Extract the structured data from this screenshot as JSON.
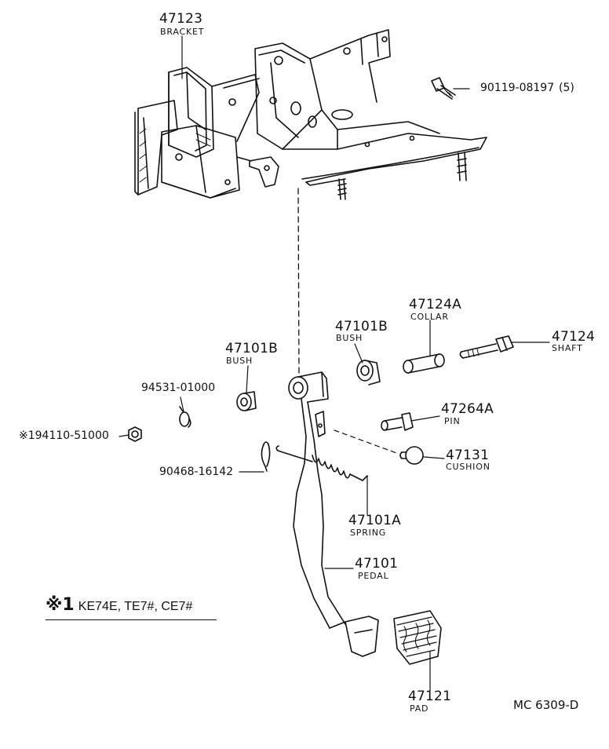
{
  "parts": {
    "bracket": {
      "number": "47123",
      "name": "BRACKET"
    },
    "bolt": {
      "number": "90119-08197",
      "qty": "(5)"
    },
    "collar": {
      "number": "47124A",
      "name": "COLLAR"
    },
    "bush_right": {
      "number": "47101B",
      "name": "BUSH"
    },
    "shaft": {
      "number": "47124",
      "name": "SHAFT"
    },
    "bush_left": {
      "number": "47101B",
      "name": "BUSH"
    },
    "clip": {
      "number": "94531-01000"
    },
    "nut": {
      "number": "※194110-51000"
    },
    "pin": {
      "number": "47264A",
      "name": "PIN"
    },
    "cushion": {
      "number": "47131",
      "name": "CUSHION"
    },
    "cotter": {
      "number": "90468-16142"
    },
    "spring": {
      "number": "47101A",
      "name": "SPRING"
    },
    "pedal": {
      "number": "47101",
      "name": "PEDAL"
    },
    "pad": {
      "number": "47121",
      "name": "PAD"
    }
  },
  "legend": {
    "symbol": "※1",
    "text": "KE74E, TE7#, CE7#"
  },
  "diagram_code": "MC 6309-D"
}
